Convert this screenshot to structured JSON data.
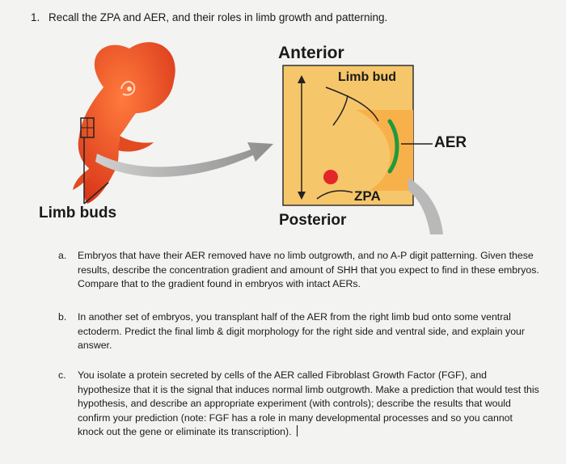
{
  "question": {
    "number": "1.",
    "title": "Recall the ZPA and AER, and their roles in limb growth and patterning."
  },
  "figure": {
    "labels": {
      "anterior": "Anterior",
      "posterior": "Posterior",
      "limb_buds": "Limb buds",
      "limb_bud": "Limb bud",
      "aer": "AER",
      "zpa": "ZPA"
    },
    "colors": {
      "embryo": "#e8461e",
      "limb_bud_box": "#f6c66a",
      "aer": "#1f9a3c",
      "zpa": "#e3262a",
      "arrow": "#a8a8a8"
    }
  },
  "parts": [
    {
      "letter": "a.",
      "text": "Embryos that have their AER removed have no limb outgrowth, and no A-P digit patterning. Given these results, describe the concentration gradient and amount of SHH that you expect to find in these embryos. Compare that to the gradient found in embryos with intact AERs."
    },
    {
      "letter": "b.",
      "text": "In another set of embryos, you transplant half of the AER from the right limb bud onto some ventral ectoderm. Predict the final limb & digit morphology for the right side and ventral side, and explain your answer."
    },
    {
      "letter": "c.",
      "text": "You isolate a protein secreted by cells of the AER called Fibroblast Growth Factor (FGF), and hypothesize that it is the signal that induces normal limb outgrowth. Make a prediction that would test this hypothesis, and describe an appropriate experiment (with controls); describe the results that would confirm your prediction (note: FGF has a role in many developmental processes and so you cannot knock out the gene or eliminate its transcription)."
    }
  ]
}
